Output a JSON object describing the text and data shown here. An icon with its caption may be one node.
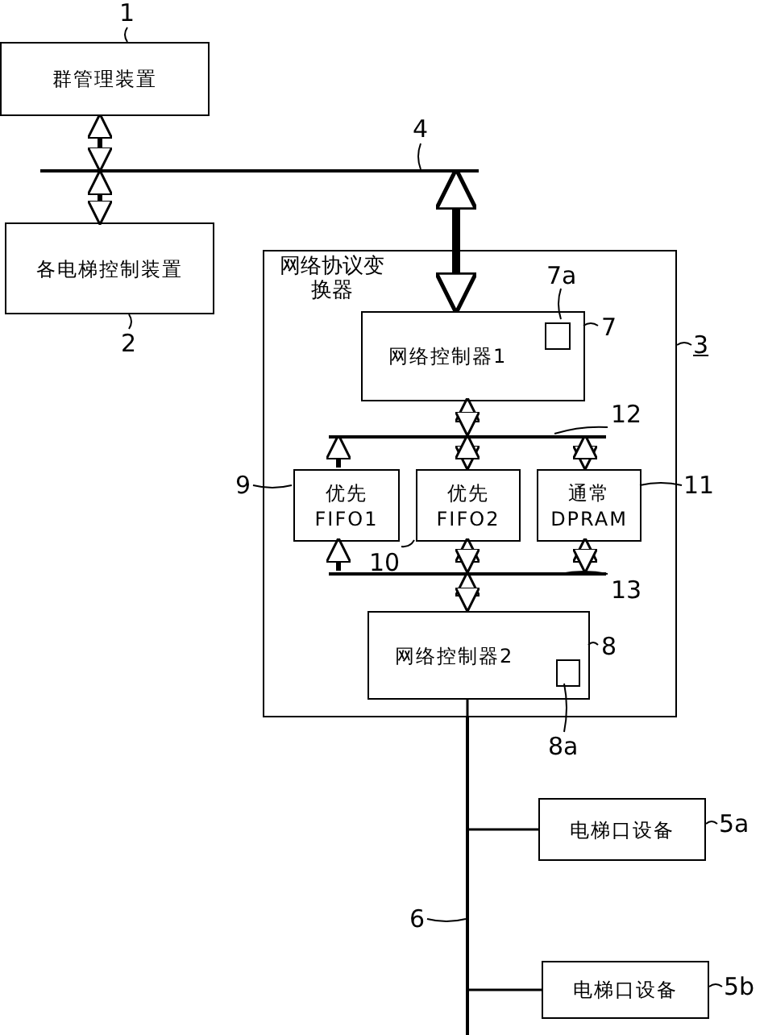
{
  "diagram": {
    "nodes": [
      {
        "text": [
          "群管理装置"
        ]
      },
      {
        "text": [
          "各电梯控制装置"
        ]
      },
      {
        "text": [],
        "shape": "bar"
      },
      {
        "text": [
          "网络协议变换器"
        ]
      },
      {
        "text": [
          "网络控制器1"
        ],
        "in": 3
      },
      {
        "text": [],
        "shape": "box",
        "in": 4
      },
      {
        "text": [],
        "shape": "bar",
        "in": 3
      },
      {
        "text": [
          "优先",
          "FIFO1"
        ],
        "in": 3
      },
      {
        "text": [
          "优先",
          "FIFO2"
        ],
        "in": 3
      },
      {
        "text": [
          "通常",
          "DPRAM"
        ],
        "in": 3
      },
      {
        "text": [],
        "shape": "bar",
        "in": 3
      },
      {
        "text": [
          "网络控制器2"
        ],
        "in": 3
      },
      {
        "text": [],
        "shape": "box",
        "in": 11
      },
      {
        "text": [],
        "shape": "bar"
      },
      {
        "text": [
          "电梯口设备"
        ]
      },
      {
        "text": [
          "电梯口设备"
        ]
      },
      {
        "text": [
          "1"
        ]
      },
      {
        "text": [
          "2"
        ]
      },
      {
        "text": [
          "4"
        ]
      },
      {
        "text": [
          "3"
        ]
      },
      {
        "text": [
          "7"
        ],
        "in": 3
      },
      {
        "text": [
          "7a"
        ],
        "in": 3
      },
      {
        "text": [
          "12"
        ],
        "in": 3
      },
      {
        "text": [
          "9"
        ]
      },
      {
        "text": [
          "10"
        ],
        "in": 3
      },
      {
        "text": [
          "11"
        ]
      },
      {
        "text": [
          "13"
        ],
        "in": 3
      },
      {
        "text": [
          "8"
        ],
        "in": 3
      },
      {
        "text": [
          "8a"
        ]
      },
      {
        "text": [
          "6"
        ]
      },
      {
        "text": [
          "5a"
        ]
      },
      {
        "text": [
          "5b"
        ]
      }
    ],
    "edges": [
      {
        "from": 0,
        "to": 2,
        "arrow": "both",
        "style": "thick"
      },
      {
        "from": 1,
        "to": 2,
        "arrow": "both",
        "style": "thick"
      },
      {
        "from": 2,
        "to": 4,
        "arrow": "both",
        "style": "thick"
      },
      {
        "from": 4,
        "to": 6,
        "arrow": "both",
        "style": "thick"
      },
      {
        "from": 7,
        "to": 6,
        "arrow": "to",
        "style": "thick"
      },
      {
        "from": 8,
        "to": 6,
        "arrow": "both",
        "style": "thick"
      },
      {
        "from": 9,
        "to": 6,
        "arrow": "both",
        "style": "thick"
      },
      {
        "from": 10,
        "to": 7,
        "arrow": "to",
        "style": "thick"
      },
      {
        "from": 8,
        "to": 10,
        "arrow": "both",
        "style": "thick"
      },
      {
        "from": 9,
        "to": 10,
        "arrow": "both",
        "style": "thick"
      },
      {
        "from": 10,
        "to": 11,
        "arrow": "both",
        "style": "thick"
      },
      {
        "from": 11,
        "to": 13,
        "arrow": "none"
      },
      {
        "from": 13,
        "to": 14,
        "arrow": "none"
      },
      {
        "from": 13,
        "to": 15,
        "arrow": "none"
      },
      {
        "from": 16,
        "to": 0,
        "arrow": "none"
      },
      {
        "from": 17,
        "to": 1,
        "arrow": "none"
      },
      {
        "from": 18,
        "to": 2,
        "arrow": "none"
      },
      {
        "from": 19,
        "to": 3,
        "arrow": "none"
      },
      {
        "from": 20,
        "to": 4,
        "arrow": "none"
      },
      {
        "from": 21,
        "to": 5,
        "arrow": "none"
      },
      {
        "from": 22,
        "to": 6,
        "arrow": "none"
      },
      {
        "from": 23,
        "to": 7,
        "arrow": "none"
      },
      {
        "from": 24,
        "to": 8,
        "arrow": "none"
      },
      {
        "from": 25,
        "to": 9,
        "arrow": "none"
      },
      {
        "from": 26,
        "to": 10,
        "arrow": "none"
      },
      {
        "from": 27,
        "to": 11,
        "arrow": "none"
      },
      {
        "from": 28,
        "to": 12,
        "arrow": "none"
      },
      {
        "from": 29,
        "to": 13,
        "arrow": "none"
      },
      {
        "from": 30,
        "to": 14,
        "arrow": "none"
      },
      {
        "from": 31,
        "to": 15,
        "arrow": "none"
      }
    ]
  }
}
